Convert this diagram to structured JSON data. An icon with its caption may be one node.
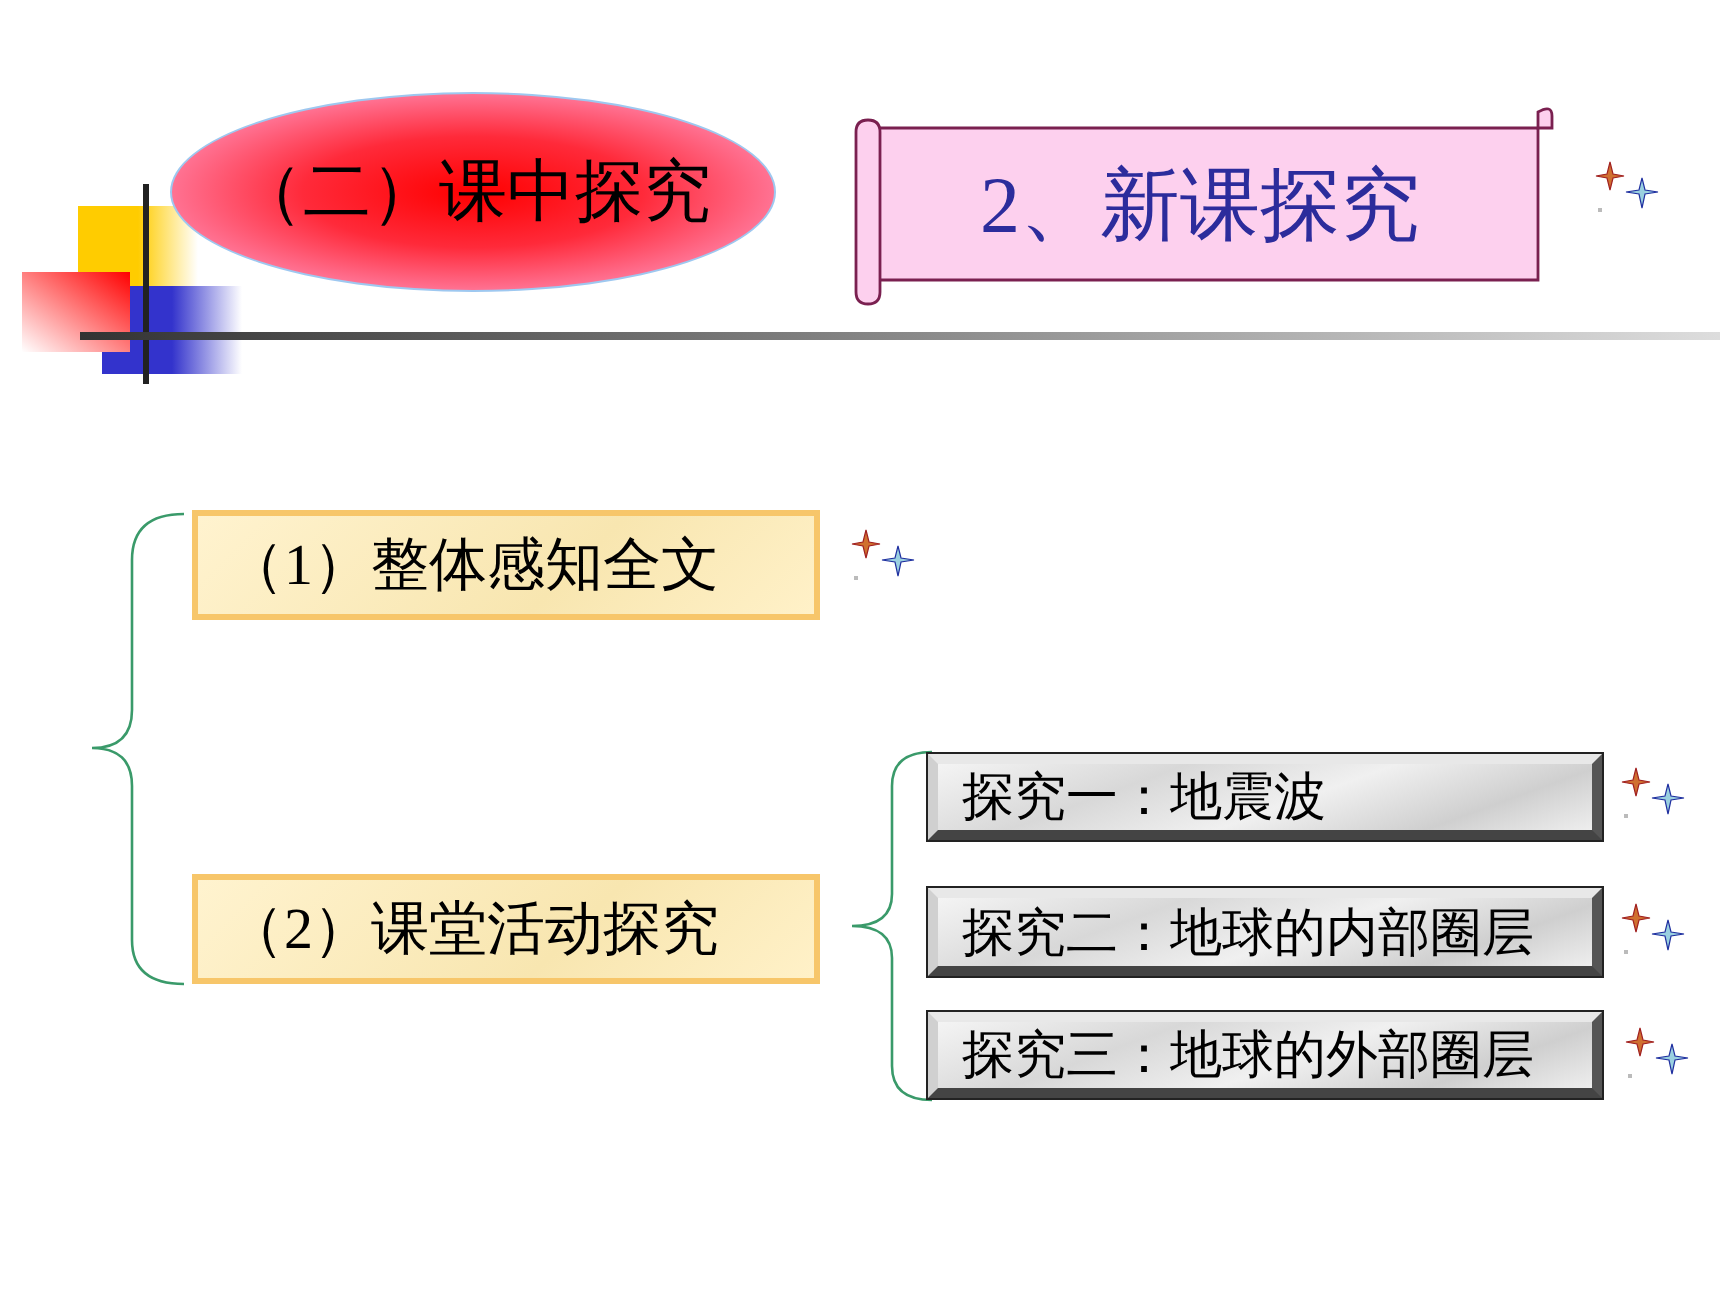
{
  "diagram": {
    "nodes": [
      {
        "text": [
          "（二）课中探究"
        ]
      },
      {
        "text": [
          "2、新课探究"
        ]
      },
      {
        "text": [
          "（1）整体感知全文"
        ]
      },
      {
        "text": [
          "（2）课堂活动探究"
        ]
      },
      {
        "text": [
          "探究一：地震波"
        ]
      },
      {
        "text": [
          "探究二：地球的内部圈层"
        ]
      },
      {
        "text": [
          "探究三：地球的外部圈层"
        ]
      }
    ]
  }
}
